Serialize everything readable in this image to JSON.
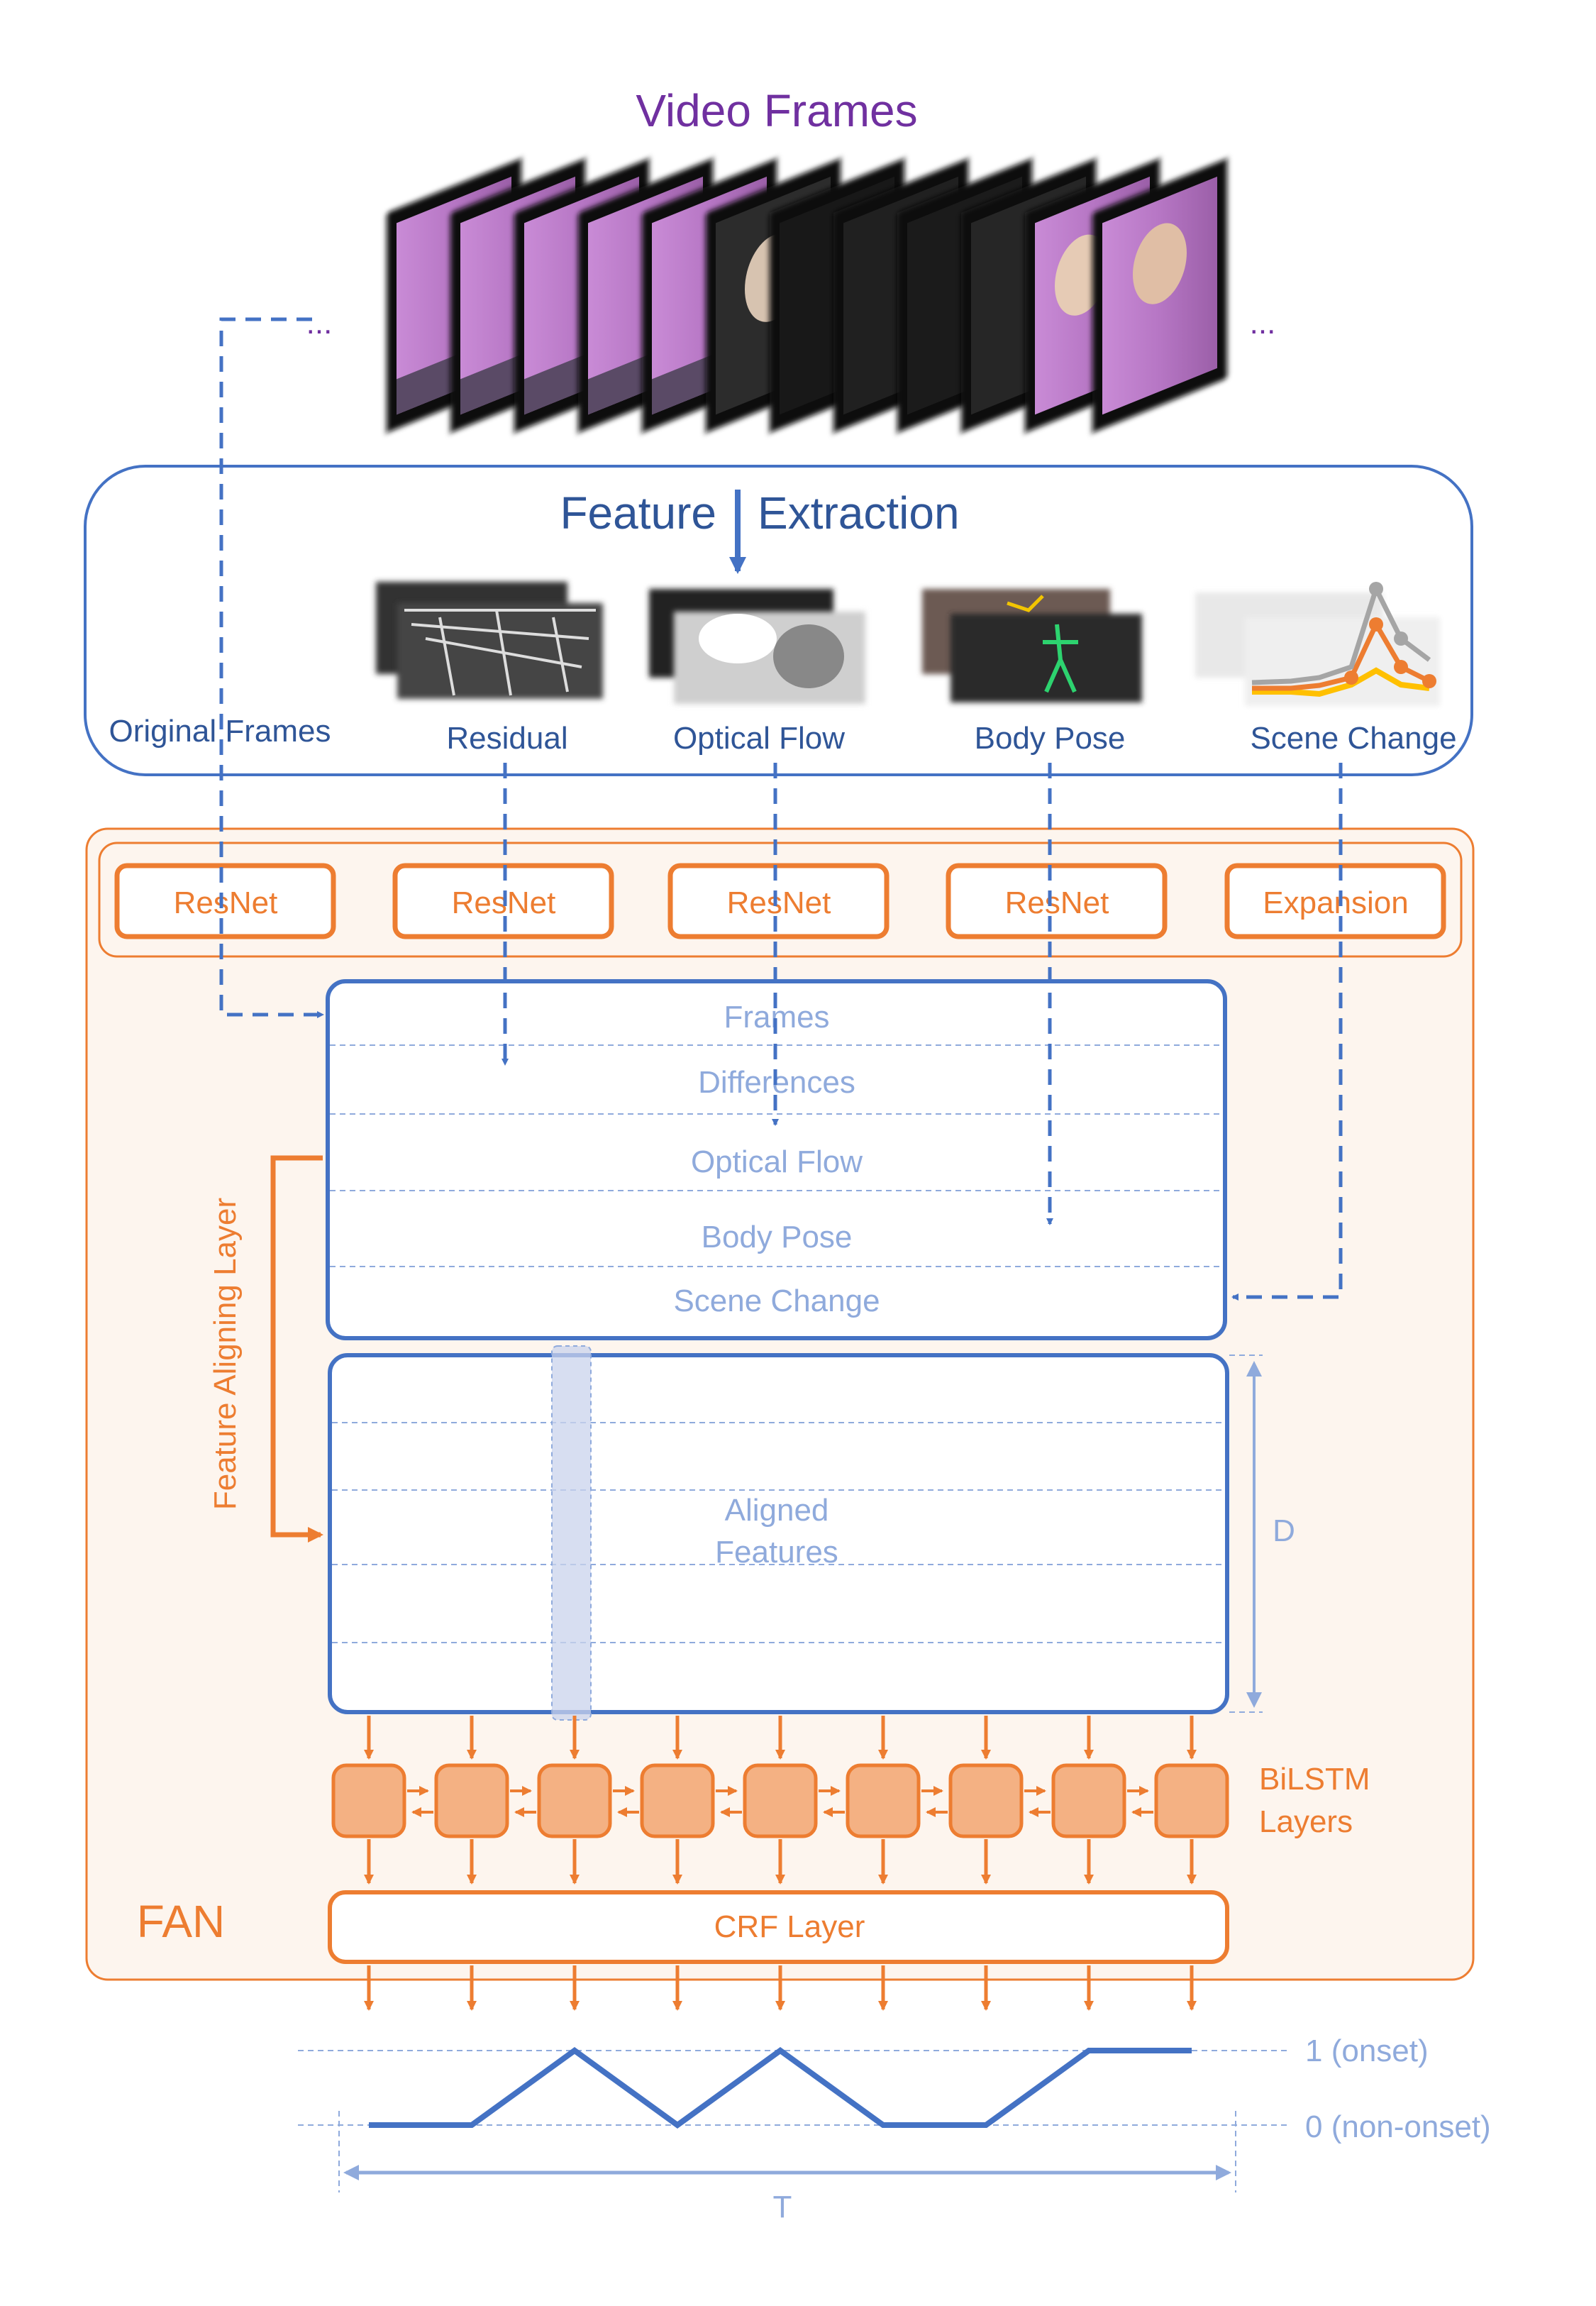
{
  "title": "Video Frames",
  "ellipsis_left": "...",
  "ellipsis_right": "...",
  "feature_extraction": {
    "title_left": "Feature",
    "title_right": "Extraction",
    "items": [
      "Original Frames",
      "Residual",
      "Optical Flow",
      "Body Pose",
      "Scene Change"
    ]
  },
  "fan": {
    "label": "FAN",
    "encoders": [
      "ResNet",
      "ResNet",
      "ResNet",
      "ResNet",
      "Expansion"
    ],
    "feature_rows": [
      "Frames",
      "Differences",
      "Optical Flow",
      "Body Pose",
      "Scene Change"
    ],
    "aligning_layer_label": "Feature Aligning Layer",
    "aligned_label_line1": "Aligned",
    "aligned_label_line2": "Features",
    "dim_label": "D",
    "bilstm_line1": "BiLSTM",
    "bilstm_line2": "Layers",
    "crf_label": "CRF Layer"
  },
  "output": {
    "onset_label": "1 (onset)",
    "nononset_label": "0 (non-onset)",
    "time_label": "T",
    "sequence": [
      0,
      0,
      1,
      0,
      1,
      0,
      0,
      1,
      1
    ]
  },
  "colors": {
    "title": "#7030A0",
    "blue": "#4472C4",
    "light_blue": "#8FAADC",
    "orange": "#ED7D31",
    "orange_fill": "#F4B183",
    "fan_bg": "#FDF5EE"
  }
}
